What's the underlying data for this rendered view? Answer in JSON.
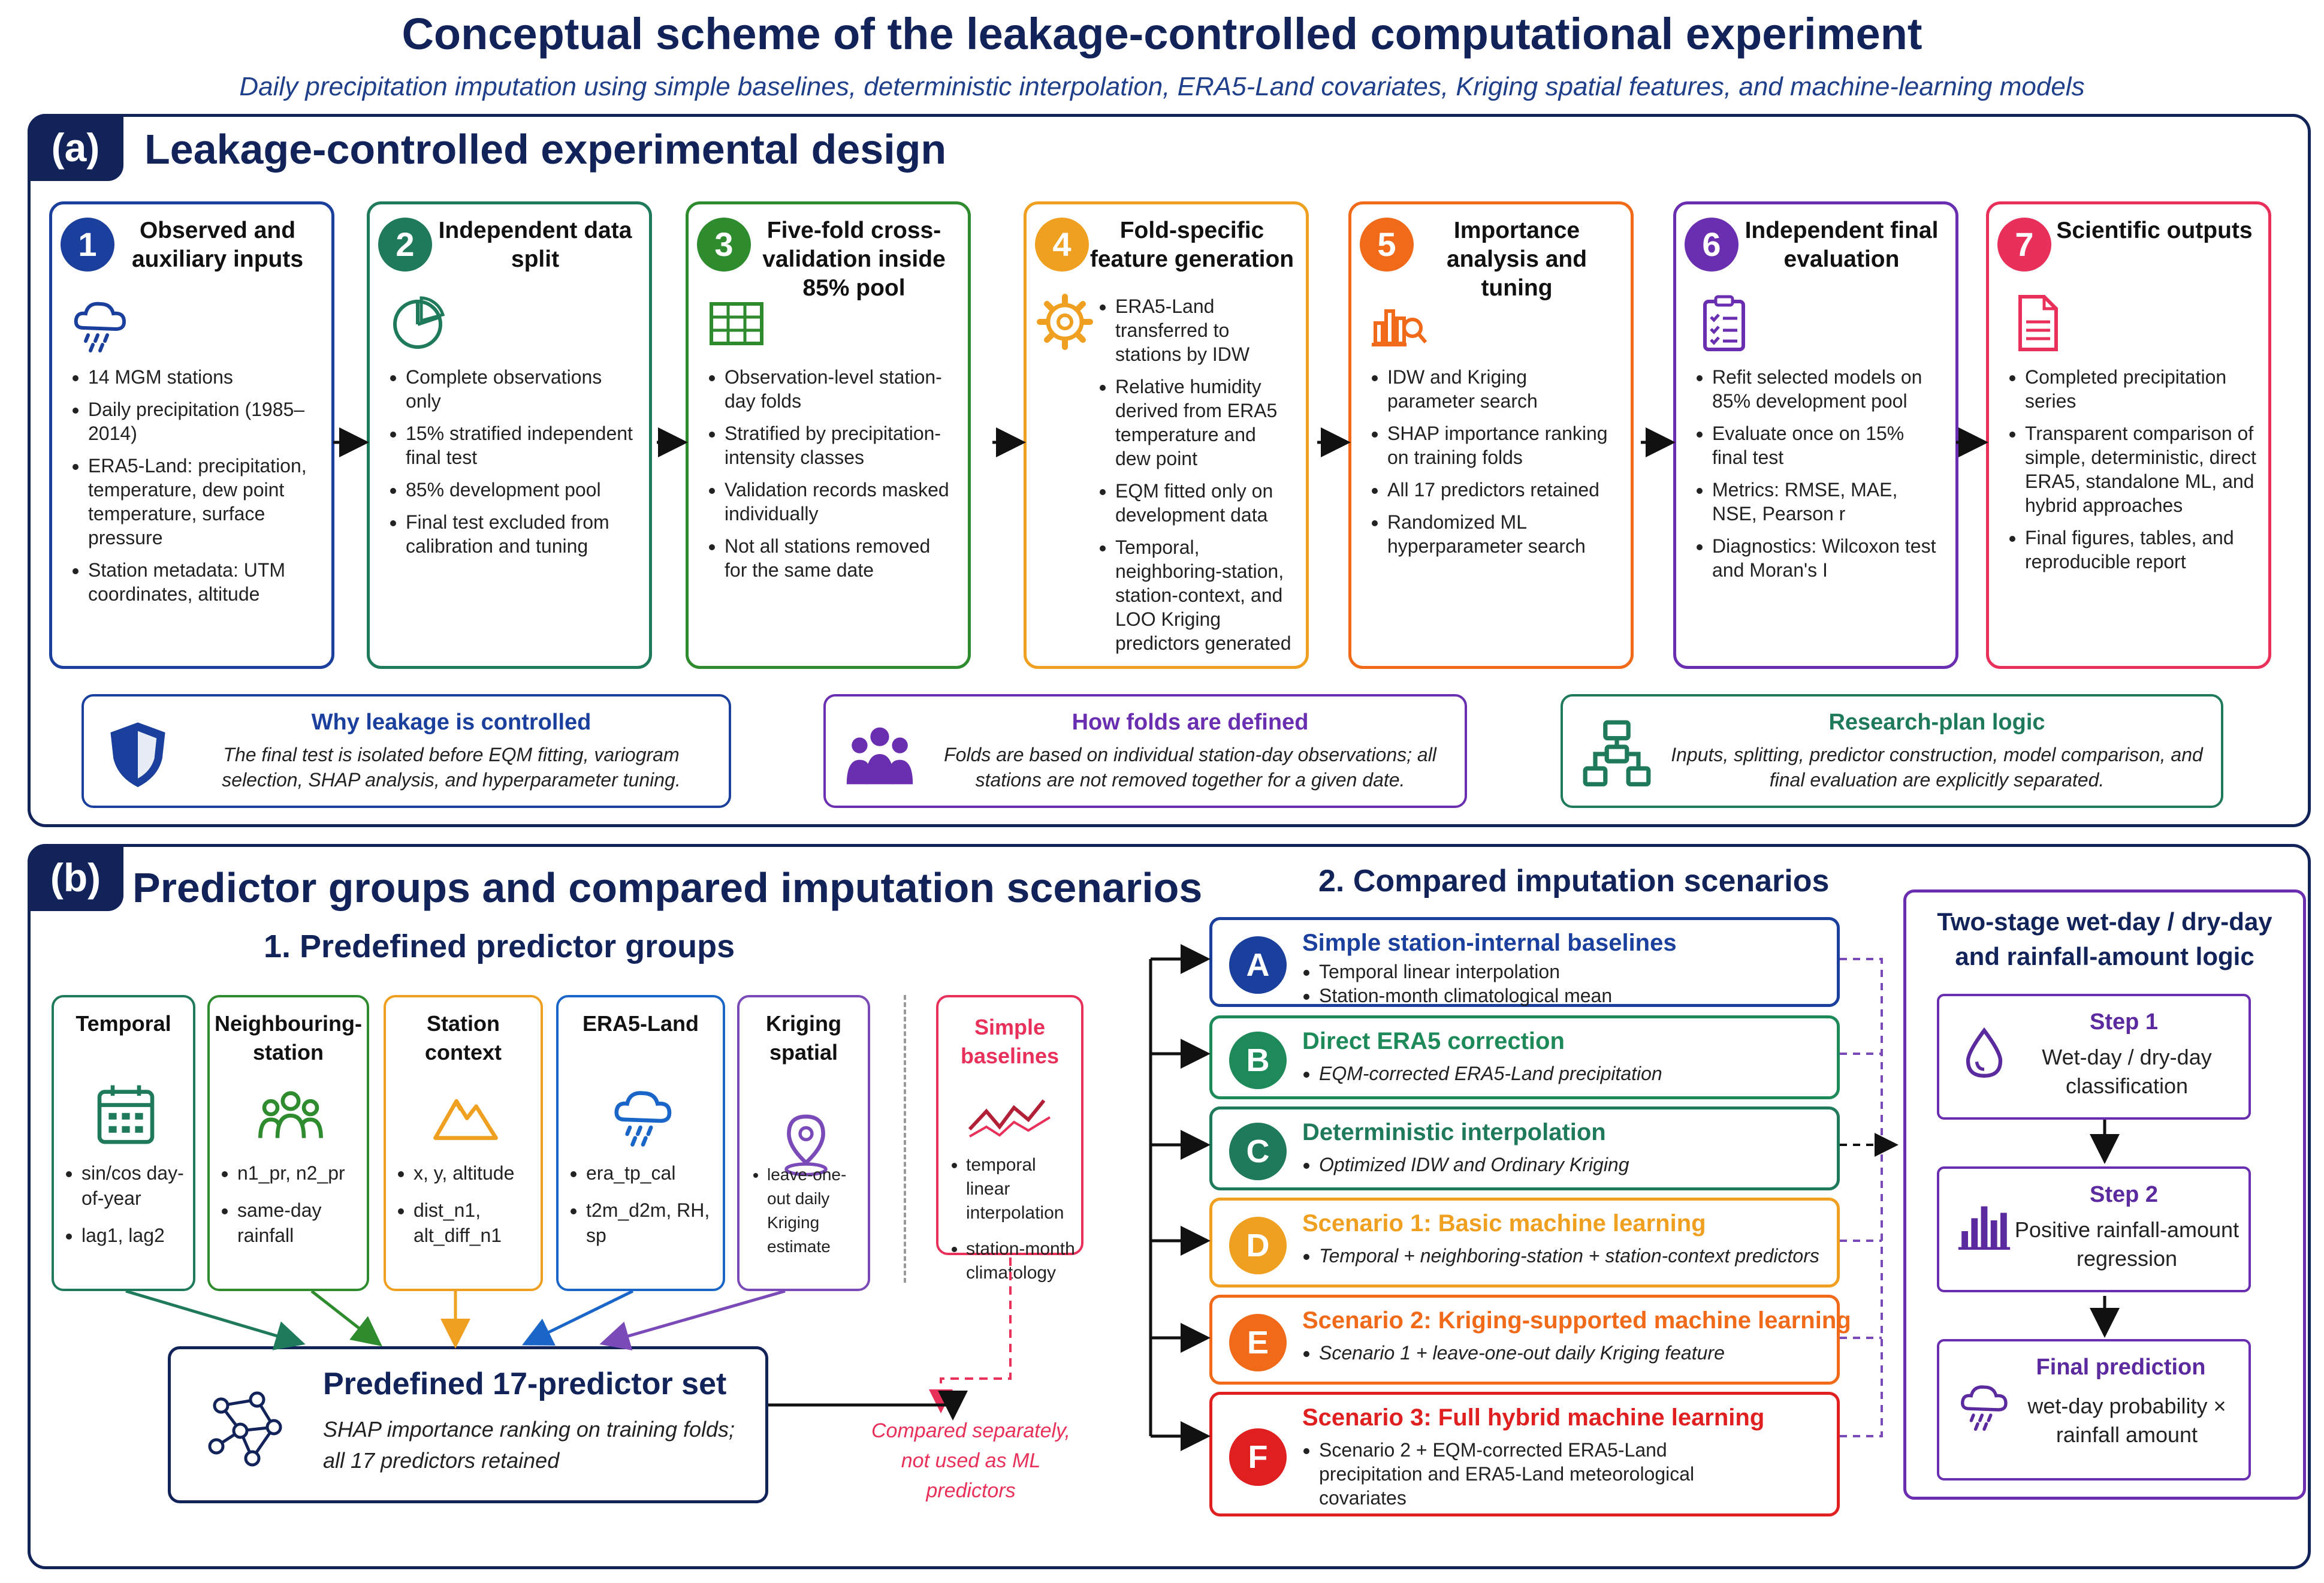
{
  "header": {
    "title": "Conceptual scheme of the leakage-controlled computational experiment",
    "subtitle": "Daily precipitation imputation using simple baselines, deterministic interpolation, ERA5-Land covariates, Kriging spatial features, and machine-learning models"
  },
  "panel_a": {
    "tag": "(a)",
    "title": "Leakage-controlled experimental design",
    "steps": [
      {
        "num": "1",
        "title": "Observed and auxiliary inputs",
        "color": "#1a3f9c",
        "icon": "rain-cloud-icon",
        "bullets": [
          "14 MGM stations",
          "Daily precipitation (1985–2014)",
          "ERA5-Land: precipitation, temperature, dew point temperature, surface pressure",
          "Station metadata: UTM coordinates, altitude"
        ]
      },
      {
        "num": "2",
        "title": "Independent data split",
        "color": "#1e7a5a",
        "icon": "pie-chart-icon",
        "bullets": [
          "Complete observations only",
          "15% stratified independent final test",
          "85% development pool",
          "Final test excluded from calibration and tuning"
        ]
      },
      {
        "num": "3",
        "title": "Five-fold cross-validation inside 85% pool",
        "color": "#2e8b2e",
        "icon": "grid-table-icon",
        "bullets": [
          "Observation-level station-day folds",
          "Stratified by precipitation-intensity classes",
          "Validation records masked individually",
          "Not all stations removed for the same date"
        ]
      },
      {
        "num": "4",
        "title": "Fold-specific feature generation",
        "color": "#f0a020",
        "icon": "gear-icon",
        "bullets": [
          "ERA5-Land transferred to stations by IDW",
          "Relative humidity derived from ERA5 temperature and dew point",
          "EQM fitted only on development data",
          "Temporal, neighboring-station, station-context, and LOO Kriging predictors generated"
        ]
      },
      {
        "num": "5",
        "title": "Importance analysis and tuning",
        "color": "#f06a1a",
        "icon": "bar-chart-search-icon",
        "bullets": [
          "IDW and Kriging parameter search",
          "SHAP importance ranking on training folds",
          "All 17 predictors retained",
          "Randomized ML hyperparameter search"
        ]
      },
      {
        "num": "6",
        "title": "Independent final evaluation",
        "color": "#6a2fb0",
        "icon": "clipboard-checklist-icon",
        "bullets": [
          "Refit selected models on 85% development pool",
          "Evaluate once on 15% final test",
          "Metrics: RMSE, MAE, NSE, Pearson r",
          "Diagnostics: Wilcoxon test and Moran's I"
        ]
      },
      {
        "num": "7",
        "title": "Scientific outputs",
        "color": "#e8305a",
        "icon": "document-icon",
        "bullets": [
          "Completed precipitation series",
          "Transparent comparison of simple, deterministic, direct ERA5, standalone ML, and hybrid approaches",
          "Final figures, tables, and reproducible report"
        ]
      }
    ],
    "notes": [
      {
        "title": "Why leakage is controlled",
        "text": "The final test is isolated before EQM fitting, variogram selection, SHAP analysis, and hyperparameter tuning.",
        "color": "#1a3f9c",
        "icon": "shield-icon"
      },
      {
        "title": "How folds are defined",
        "text": "Folds are based on individual station-day observations; all stations are not removed together for a given date.",
        "color": "#6a2fb0",
        "icon": "people-group-icon"
      },
      {
        "title": "Research-plan logic",
        "text": "Inputs, splitting, predictor construction, model comparison, and final evaluation are explicitly separated.",
        "color": "#1e7a5a",
        "icon": "flowchart-icon"
      }
    ]
  },
  "panel_b": {
    "tag": "(b)",
    "title": "Predictor groups and compared imputation scenarios",
    "groups_title": "1. Predefined predictor groups",
    "groups": [
      {
        "title": "Temporal",
        "color": "#1e7a5a",
        "icon": "calendar-icon",
        "bullets": [
          "sin/cos day-of-year",
          "lag1, lag2"
        ]
      },
      {
        "title": "Neighbouring-station",
        "color": "#2e8b2e",
        "icon": "people-icon",
        "bullets": [
          "n1_pr, n2_pr",
          "same-day rainfall"
        ]
      },
      {
        "title": "Station context",
        "color": "#f0a020",
        "icon": "mountain-icon",
        "bullets": [
          "x, y, altitude",
          "dist_n1, alt_diff_n1"
        ]
      },
      {
        "title": "ERA5-Land",
        "color": "#1a66c8",
        "icon": "rain-cloud-icon",
        "bullets": [
          "era_tp_cal",
          "t2m_d2m, RH, sp"
        ]
      },
      {
        "title": "Kriging spatial",
        "color": "#7a4ab8",
        "icon": "map-pin-icon",
        "bullets": [
          "leave-one-out daily Kriging estimate"
        ]
      }
    ],
    "baselines": {
      "title": "Simple baselines",
      "color": "#e8305a",
      "icon": "line-trend-icon",
      "bullets": [
        "temporal linear interpolation",
        "station-month climatology"
      ]
    },
    "predictor_set": {
      "title": "Predefined 17-predictor set",
      "text": "SHAP importance ranking on training folds; all 17 predictors retained",
      "icon": "network-icon"
    },
    "compared_note": "Compared separately, not used as ML predictors",
    "scenarios_title": "2. Compared imputation scenarios",
    "scenarios": [
      {
        "letter": "A",
        "title": "Simple station-internal baselines",
        "color": "#1a3f9c",
        "bullets": [
          "Temporal linear interpolation",
          "Station-month climatological mean"
        ]
      },
      {
        "letter": "B",
        "title": "Direct ERA5 correction",
        "color": "#1e8a5a",
        "bullets": [
          "EQM-corrected ERA5-Land precipitation"
        ]
      },
      {
        "letter": "C",
        "title": "Deterministic interpolation",
        "color": "#1e7a5a",
        "bullets": [
          "Optimized IDW and Ordinary Kriging"
        ]
      },
      {
        "letter": "D",
        "title": "Scenario 1: Basic machine learning",
        "color": "#f0a020",
        "bullets": [
          "Temporal + neighboring-station + station-context predictors"
        ]
      },
      {
        "letter": "E",
        "title": "Scenario 2: Kriging-supported machine learning",
        "color": "#f06a1a",
        "bullets": [
          "Scenario 1 + leave-one-out daily Kriging feature"
        ]
      },
      {
        "letter": "F",
        "title": "Scenario 3: Full hybrid machine learning",
        "color": "#e02020",
        "bullets": [
          "Scenario 2 + EQM-corrected ERA5-Land precipitation and ERA5-Land meteorological covariates"
        ]
      }
    ],
    "two_stage": {
      "title": "Two-stage wet-day / dry-day and rainfall-amount logic",
      "steps": [
        {
          "title": "Step 1",
          "text": "Wet-day / dry-day classification",
          "icon": "water-drop-icon"
        },
        {
          "title": "Step 2",
          "text": "Positive rainfall-amount regression",
          "icon": "bar-chart-icon"
        },
        {
          "title": "Final prediction",
          "text": "wet-day probability × rainfall amount",
          "icon": "rain-cloud-icon"
        }
      ]
    }
  }
}
